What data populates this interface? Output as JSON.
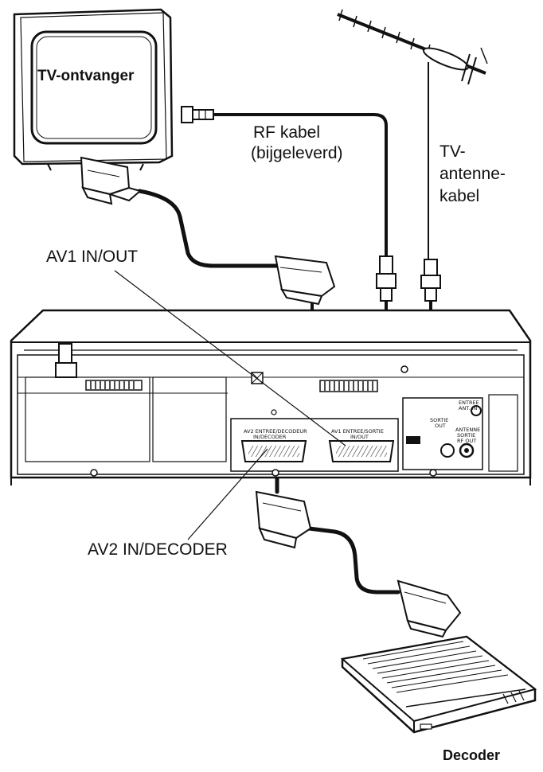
{
  "labels": {
    "tv": "TV-ontvanger",
    "rf_cable_line1": "RF kabel",
    "rf_cable_line2": "(bijgeleverd)",
    "antenna_line1": "TV-",
    "antenna_line2": "antenne-",
    "antenna_line3": "kabel",
    "av1": "AV1 IN/OUT",
    "av2": "AV2 IN/DECODER",
    "decoder": "Decoder"
  },
  "vcr_panel": {
    "av2_socket_label_top": "AV2 ENTREE/DECODEUR",
    "av2_socket_label_bottom": "IN/DECODER",
    "av1_socket_label_top": "AV1 ENTREE/SORTIE",
    "av1_socket_label_bottom": "IN/OUT",
    "antenna_in_top": "ENTREE",
    "antenna_in_bottom": "ANT. IN",
    "sortie_top": "SORTIE",
    "sortie_bottom": "OUT",
    "rf_out_top": "ANTENNE",
    "rf_out_mid": "SORTIE",
    "rf_out_bottom": "RF OUT"
  },
  "colors": {
    "line": "#111111",
    "background": "#ffffff",
    "device_fill": "#ffffff",
    "screen_fill": "#ffffff"
  }
}
